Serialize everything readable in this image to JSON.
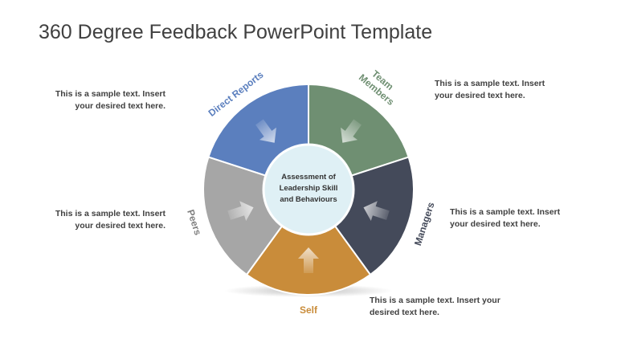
{
  "slide": {
    "title": "360 Degree Feedback PowerPoint Template"
  },
  "center": {
    "line1": "Assessment of",
    "line2": "Leadership Skill",
    "line3": "and Behaviours"
  },
  "segments": [
    {
      "label": "Direct Reports",
      "color": "#5b7fbe"
    },
    {
      "label": "Team Members",
      "color": "#6f8f72"
    },
    {
      "label": "Managers",
      "color": "#444a5a"
    },
    {
      "label": "Self",
      "color": "#c98c3a"
    },
    {
      "label": "Peers",
      "color": "#a6a6a6"
    }
  ],
  "descriptions": {
    "top_left": "This is a sample text. Insert\nyour desired text here.",
    "top_right": "This is a sample text. Insert\nyour desired text here.",
    "mid_left": "This is a sample text. Insert\nyour desired text here.",
    "mid_right": "This is a sample text. Insert\nyour desired text here.",
    "bottom_right": "This is a sample text. Insert your\ndesired text here."
  }
}
